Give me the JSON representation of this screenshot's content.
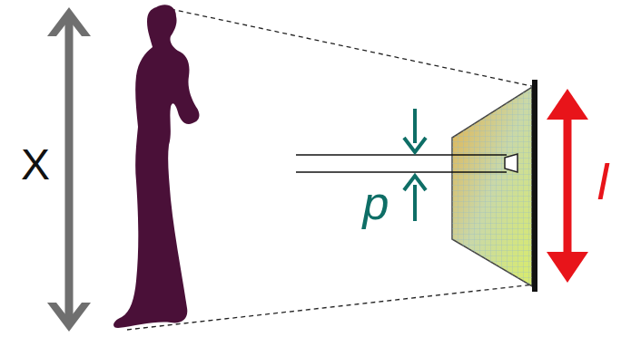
{
  "diagram": {
    "labels": [
      "X",
      "p",
      "l"
    ]
  }
}
